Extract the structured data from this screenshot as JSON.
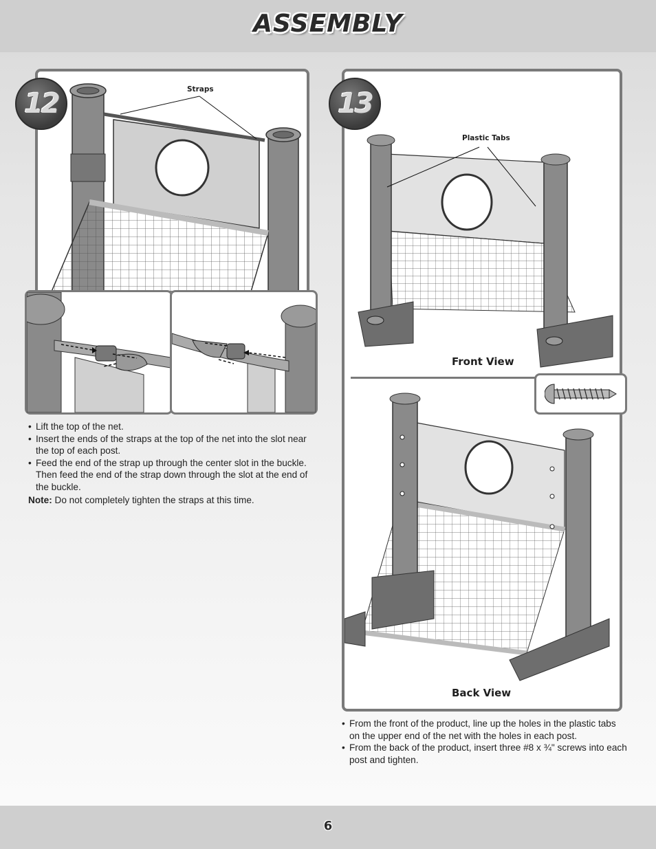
{
  "header": {
    "title": "ASSEMBLY"
  },
  "step12": {
    "number": "12",
    "straps_label": "Straps",
    "instructions": [
      "Lift the top of the net.",
      "Insert the ends of the straps at the top of the net into the slot near the top of each post.",
      "Feed the end of the strap up through the center slot in the buckle. Then feed the end of the strap down through the slot at the end of the buckle."
    ],
    "note_label": "Note:",
    "note_text": " Do not completely tighten the straps at this time."
  },
  "step13": {
    "number": "13",
    "plastic_tabs_label": "Plastic Tabs",
    "front_view_label": "Front View",
    "back_view_label": "Back View",
    "instructions": [
      "From the front of the product, line up the holes in the plastic tabs on the upper end of the net with the holes in each post.",
      "From the back of the product, insert three #8 x ¾\" screws into each post and tighten."
    ]
  },
  "footer": {
    "page_number": "6"
  }
}
